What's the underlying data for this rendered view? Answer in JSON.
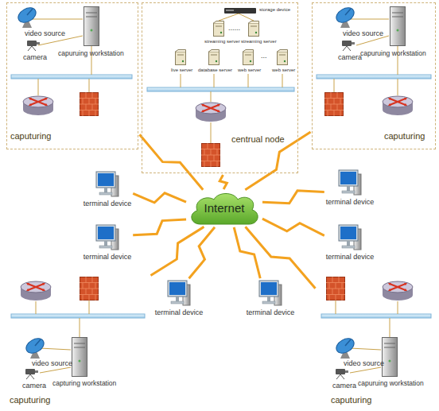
{
  "diagram": {
    "nodes": [
      {
        "text": [
          "caputuring"
        ]
      },
      {
        "text": [
          "video source"
        ],
        "in": 0
      },
      {
        "text": [
          "camera"
        ],
        "in": 0
      },
      {
        "text": [
          "capuruing workstation"
        ],
        "in": 0
      },
      {
        "text": [
          "centrual node"
        ]
      },
      {
        "text": [
          "storage device"
        ],
        "in": 4
      },
      {
        "text": [
          "streaming server"
        ],
        "in": 4
      },
      {
        "text": [
          "streaming server"
        ],
        "in": 4
      },
      {
        "text": [
          "live server"
        ],
        "in": 4
      },
      {
        "text": [
          "database server"
        ],
        "in": 4
      },
      {
        "text": [
          "web server"
        ],
        "in": 4
      },
      {
        "text": [
          "web server"
        ],
        "in": 4
      },
      {
        "text": [
          "caputuring"
        ]
      },
      {
        "text": [
          "video source"
        ],
        "in": 12
      },
      {
        "text": [
          "camera"
        ],
        "in": 12
      },
      {
        "text": [
          "capuruing workstation"
        ],
        "in": 12
      },
      {
        "text": [
          "Internet"
        ]
      },
      {
        "text": [
          "terminal device"
        ]
      },
      {
        "text": [
          "terminal device"
        ]
      },
      {
        "text": [
          "terminal device"
        ]
      },
      {
        "text": [
          "terminal device"
        ]
      },
      {
        "text": [
          "terminal device"
        ]
      },
      {
        "text": [
          "terminal device"
        ]
      },
      {
        "text": [
          "caputuring"
        ]
      },
      {
        "text": [
          "video source"
        ],
        "in": 23
      },
      {
        "text": [
          "camera"
        ],
        "in": 23
      },
      {
        "text": [
          "capturing workstation"
        ],
        "in": 23
      },
      {
        "text": [
          "caputuring"
        ]
      },
      {
        "text": [
          "video source"
        ],
        "in": 27
      },
      {
        "text": [
          "camera"
        ],
        "in": 27
      },
      {
        "text": [
          "capuruing workstation"
        ],
        "in": 27
      }
    ],
    "edges": [
      {
        "from": 16,
        "to": 0,
        "arrow": "none"
      },
      {
        "from": 16,
        "to": 4,
        "arrow": "none"
      },
      {
        "from": 16,
        "to": 12,
        "arrow": "none"
      },
      {
        "from": 16,
        "to": 17,
        "arrow": "none"
      },
      {
        "from": 16,
        "to": 18,
        "arrow": "none"
      },
      {
        "from": 16,
        "to": 19,
        "arrow": "none"
      },
      {
        "from": 16,
        "to": 20,
        "arrow": "none"
      },
      {
        "from": 16,
        "to": 21,
        "arrow": "none"
      },
      {
        "from": 16,
        "to": 22,
        "arrow": "none"
      },
      {
        "from": 16,
        "to": 23,
        "arrow": "none"
      },
      {
        "from": 16,
        "to": 27,
        "arrow": "none"
      }
    ],
    "labels": [
      "......",
      "..."
    ]
  }
}
